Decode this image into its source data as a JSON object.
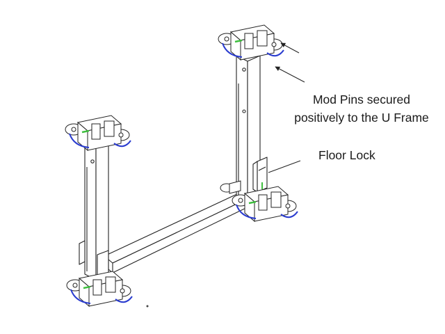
{
  "diagram": {
    "callouts": {
      "mod_pins": {
        "line1": "Mod Pins secured",
        "line2": "positively to the U Frame"
      },
      "floor_lock": "Floor Lock"
    },
    "colors": {
      "line": "#222222",
      "mod_pin": "#2a3ccf",
      "pin_bar": "#3fbf3f",
      "fill": "#ffffff"
    }
  }
}
